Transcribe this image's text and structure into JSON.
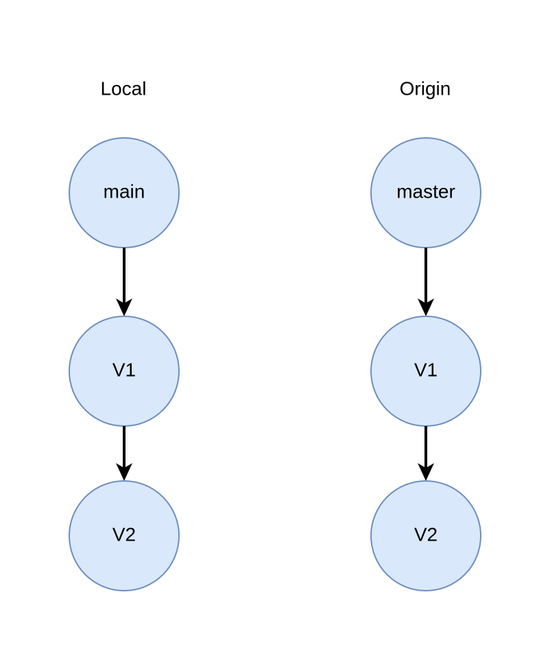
{
  "columns": [
    {
      "title": "Local",
      "nodes": [
        "main",
        "V1",
        "V2"
      ]
    },
    {
      "title": "Origin",
      "nodes": [
        "master",
        "V1",
        "V2"
      ]
    }
  ],
  "colors": {
    "node_fill": "#dae8fc",
    "node_stroke": "#6c8ebf",
    "edge": "#000000",
    "text": "#000000"
  }
}
